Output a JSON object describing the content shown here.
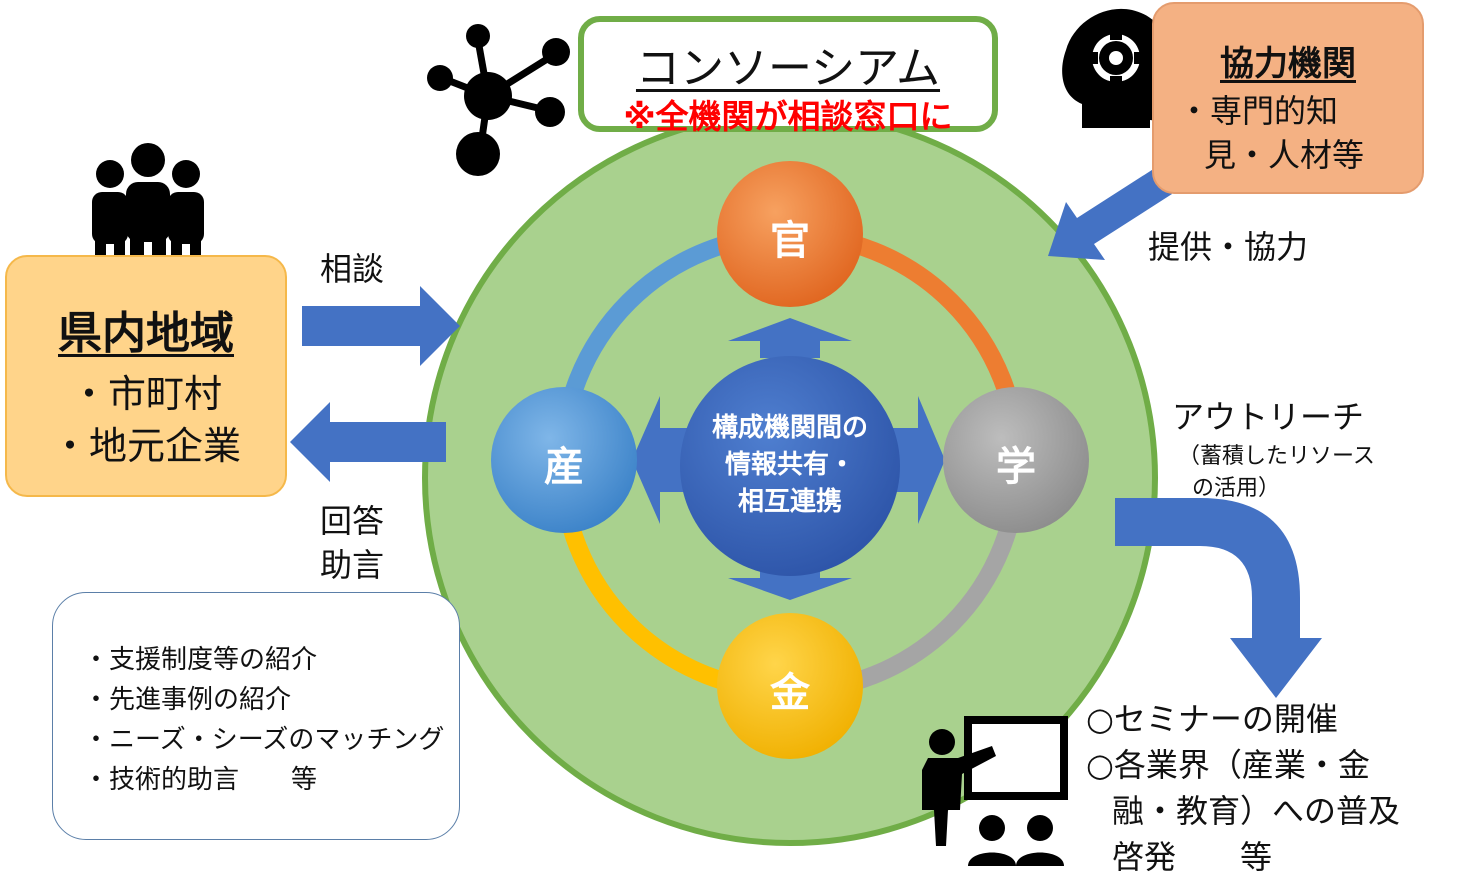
{
  "consortium": {
    "title": "コンソーシアム",
    "note": "※全機関が相談窓口に"
  },
  "region": {
    "title": "県内地域",
    "items": [
      "・市町村",
      "・地元企業"
    ]
  },
  "partner": {
    "title": "協力機関",
    "items": [
      "・専門的知",
      "見・人材等"
    ]
  },
  "flows": {
    "consult": "相談",
    "answer_line1": "回答",
    "answer_line2": "助言",
    "provide": "提供・協力",
    "outreach": "アウトリーチ",
    "outreach_sub1": "（蓄積したリソース",
    "outreach_sub2": "の活用）"
  },
  "nodes": {
    "government": "官",
    "industry": "産",
    "academia": "学",
    "finance": "金"
  },
  "center": {
    "line1": "構成機関間の",
    "line2": "情報共有・",
    "line3": "相互連携"
  },
  "support_list": [
    "・支援制度等の紹介",
    "・先進事例の紹介",
    "・ニーズ・シーズのマッチング",
    "・技術的助言　　等"
  ],
  "results": [
    "○セミナーの開催",
    "○各業界（産業・金",
    "融・教育）への普及",
    "啓発　　等"
  ],
  "colors": {
    "consortium_green": "#a9d18e",
    "consortium_border": "#70ad47",
    "arrow_blue": "#4472c4",
    "government_orange": "#ed7d31",
    "industry_blue": "#5b9bd5",
    "academia_gray": "#a5a5a5",
    "finance_gold": "#ffc000",
    "note_red": "#ff0000"
  }
}
